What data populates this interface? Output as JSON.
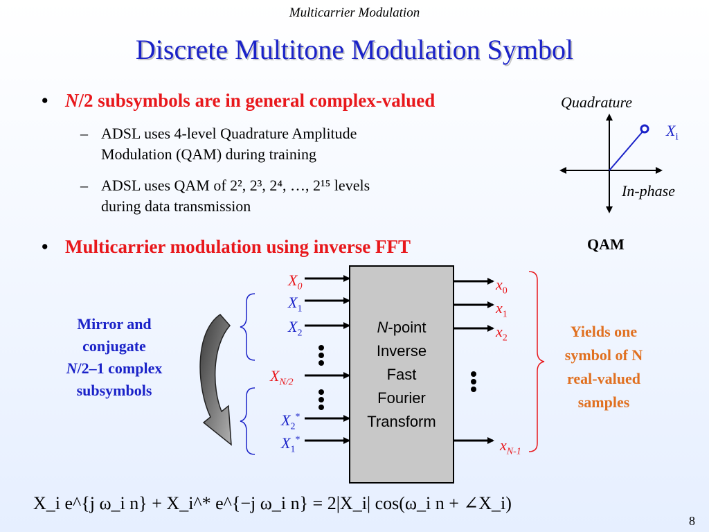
{
  "header": "Multicarrier Modulation",
  "title": "Discrete Multitone Modulation Symbol",
  "bullets": {
    "b1_n": "N",
    "b1_rest": "/2 subsymbols are in general complex-valued",
    "sub1_line1": "ADSL uses 4-level Quadrature Amplitude",
    "sub1_line2": "Modulation (QAM) during training",
    "sub2_line1": "ADSL uses QAM of 2², 2³, 2⁴, …, 2¹⁵ levels",
    "sub2_line2": "during data transmission",
    "b2": "Multicarrier modulation using inverse FFT",
    "bullet_char": "•",
    "dash_char": "–"
  },
  "qam": {
    "quadrature": "Quadrature",
    "xi": "X",
    "xi_sub": "i",
    "inphase": "In-phase",
    "label": "QAM"
  },
  "fft": {
    "line1_n": "N",
    "line1_rest": "-point",
    "line2": "Inverse",
    "line3": "Fast",
    "line4": "Fourier",
    "line5": "Transform"
  },
  "inputs": {
    "x0": "X",
    "x0_sub": "0",
    "x1": "X",
    "x1_sub": "1",
    "x2": "X",
    "x2_sub": "2",
    "xn2": "X",
    "xn2_sub": "N/2",
    "x2c": "X",
    "x2c_sub": "2",
    "x2c_sup": "*",
    "x1c": "X",
    "x1c_sub": "1",
    "x1c_sup": "*"
  },
  "outputs": {
    "y0": "x",
    "y0_sub": "0",
    "y1": "x",
    "y1_sub": "1",
    "y2": "x",
    "y2_sub": "2",
    "yn": "x",
    "yn_sub": "N-1"
  },
  "mirror_text": {
    "l1": "Mirror and",
    "l2": "conjugate",
    "l3_n": "N",
    "l3_rest": "/2–1 complex",
    "l4": "subsymbols"
  },
  "yields_text": {
    "l1": "Yields one",
    "l2": "symbol of N",
    "l3": "real-valued",
    "l4": "samples"
  },
  "formula": "X_i e^{j ω_i n} + X_i^* e^{−j ω_i n} = 2|X_i| cos(ω_i n + ∠X_i)",
  "page_number": "8",
  "colors": {
    "title_blue": "#1a22c8",
    "red": "#e8171b",
    "orange": "#e07020",
    "box_gray": "#c8c8c8"
  }
}
